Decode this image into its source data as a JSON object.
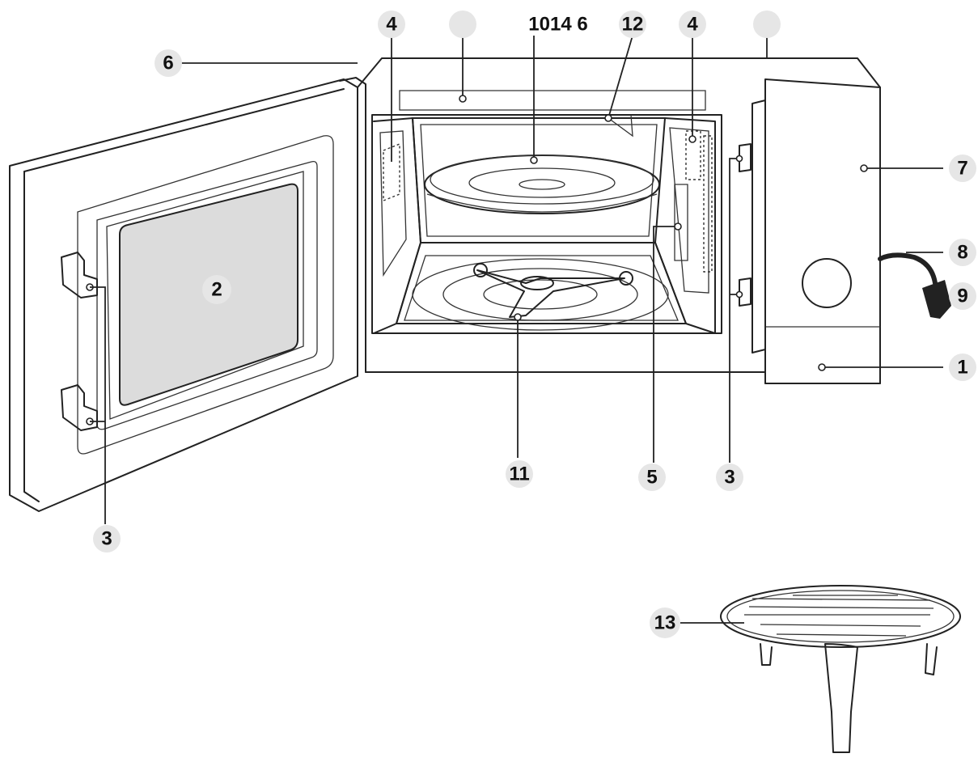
{
  "callouts": {
    "c1": "1",
    "c2": "2",
    "c3_left": "3",
    "c3_right": "3",
    "c4_left": "4",
    "c4_right": "4",
    "c5": "5",
    "c6": "6",
    "c7": "7",
    "c8": "8",
    "c9": "9",
    "c11": "11",
    "c12": "12",
    "c13": "13",
    "top_group": "1014 6"
  },
  "colors": {
    "badge": "#e6e6e6",
    "line": "#222222",
    "glass": "#dcdcdc"
  }
}
